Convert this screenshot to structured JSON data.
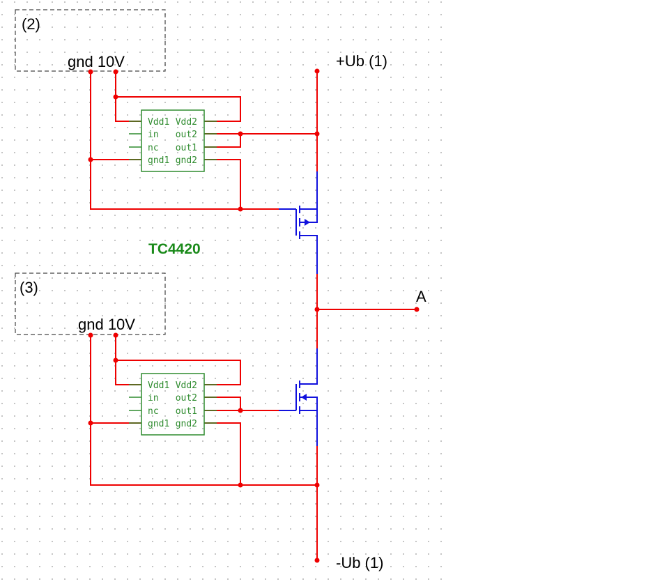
{
  "labels": {
    "plus_ub": "+Ub (1)",
    "minus_ub": "-Ub (1)",
    "output": "A",
    "part_name": "TC4420"
  },
  "supply_blocks": [
    {
      "id": "(2)",
      "terminals": "gnd 10V"
    },
    {
      "id": "(3)",
      "terminals": "gnd 10V"
    }
  ],
  "driver_pins": {
    "left": [
      "Vdd1",
      "in",
      "nc",
      "gnd1"
    ],
    "right": [
      "Vdd2",
      "out2",
      "out1",
      "gnd2"
    ]
  },
  "colors": {
    "wire": "#ee0000",
    "mosfet": "#1111dd",
    "driver": "#2e8b2e",
    "part_label": "#1a8a1a",
    "grid": "#9a9a9a"
  }
}
